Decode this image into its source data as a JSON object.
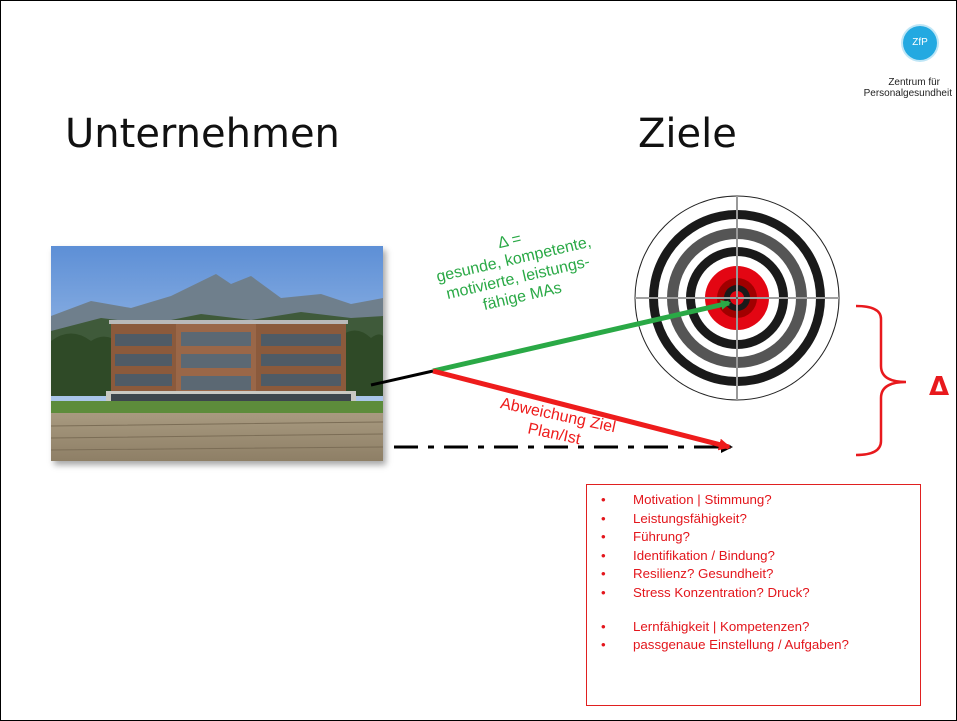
{
  "logo": {
    "initials": "ZfP",
    "line1": "Zentrum für",
    "line2": "Personalgesundheit"
  },
  "headings": {
    "left": "Unternehmen",
    "right": "Ziele"
  },
  "green_label": [
    "Δ =",
    "gesunde, kompetente,",
    "motivierte, leistungs-",
    "fähige MAs"
  ],
  "red_label": [
    "Abweichung Ziel",
    "Plan/Ist"
  ],
  "delta_symbol": "Δ",
  "questions": [
    "Motivation | Stimmung?",
    "Leistungsfähigkeit?",
    "Führung?",
    "Identifikation / Bindung?",
    "Resilienz? Gesundheit?",
    "Stress Konzentration? Druck?",
    "",
    "Lernfähigkeit | Kompetenzen?",
    "passgenaue Einstellung / Aufgaben?"
  ],
  "bullet_char": "•",
  "colors": {
    "green": "#2aa946",
    "red": "#ee1c1c",
    "logo_blue": "#23a9e1",
    "target_red": "#e30613",
    "target_dark": "#1a1a1a",
    "target_gray": "#555555"
  }
}
